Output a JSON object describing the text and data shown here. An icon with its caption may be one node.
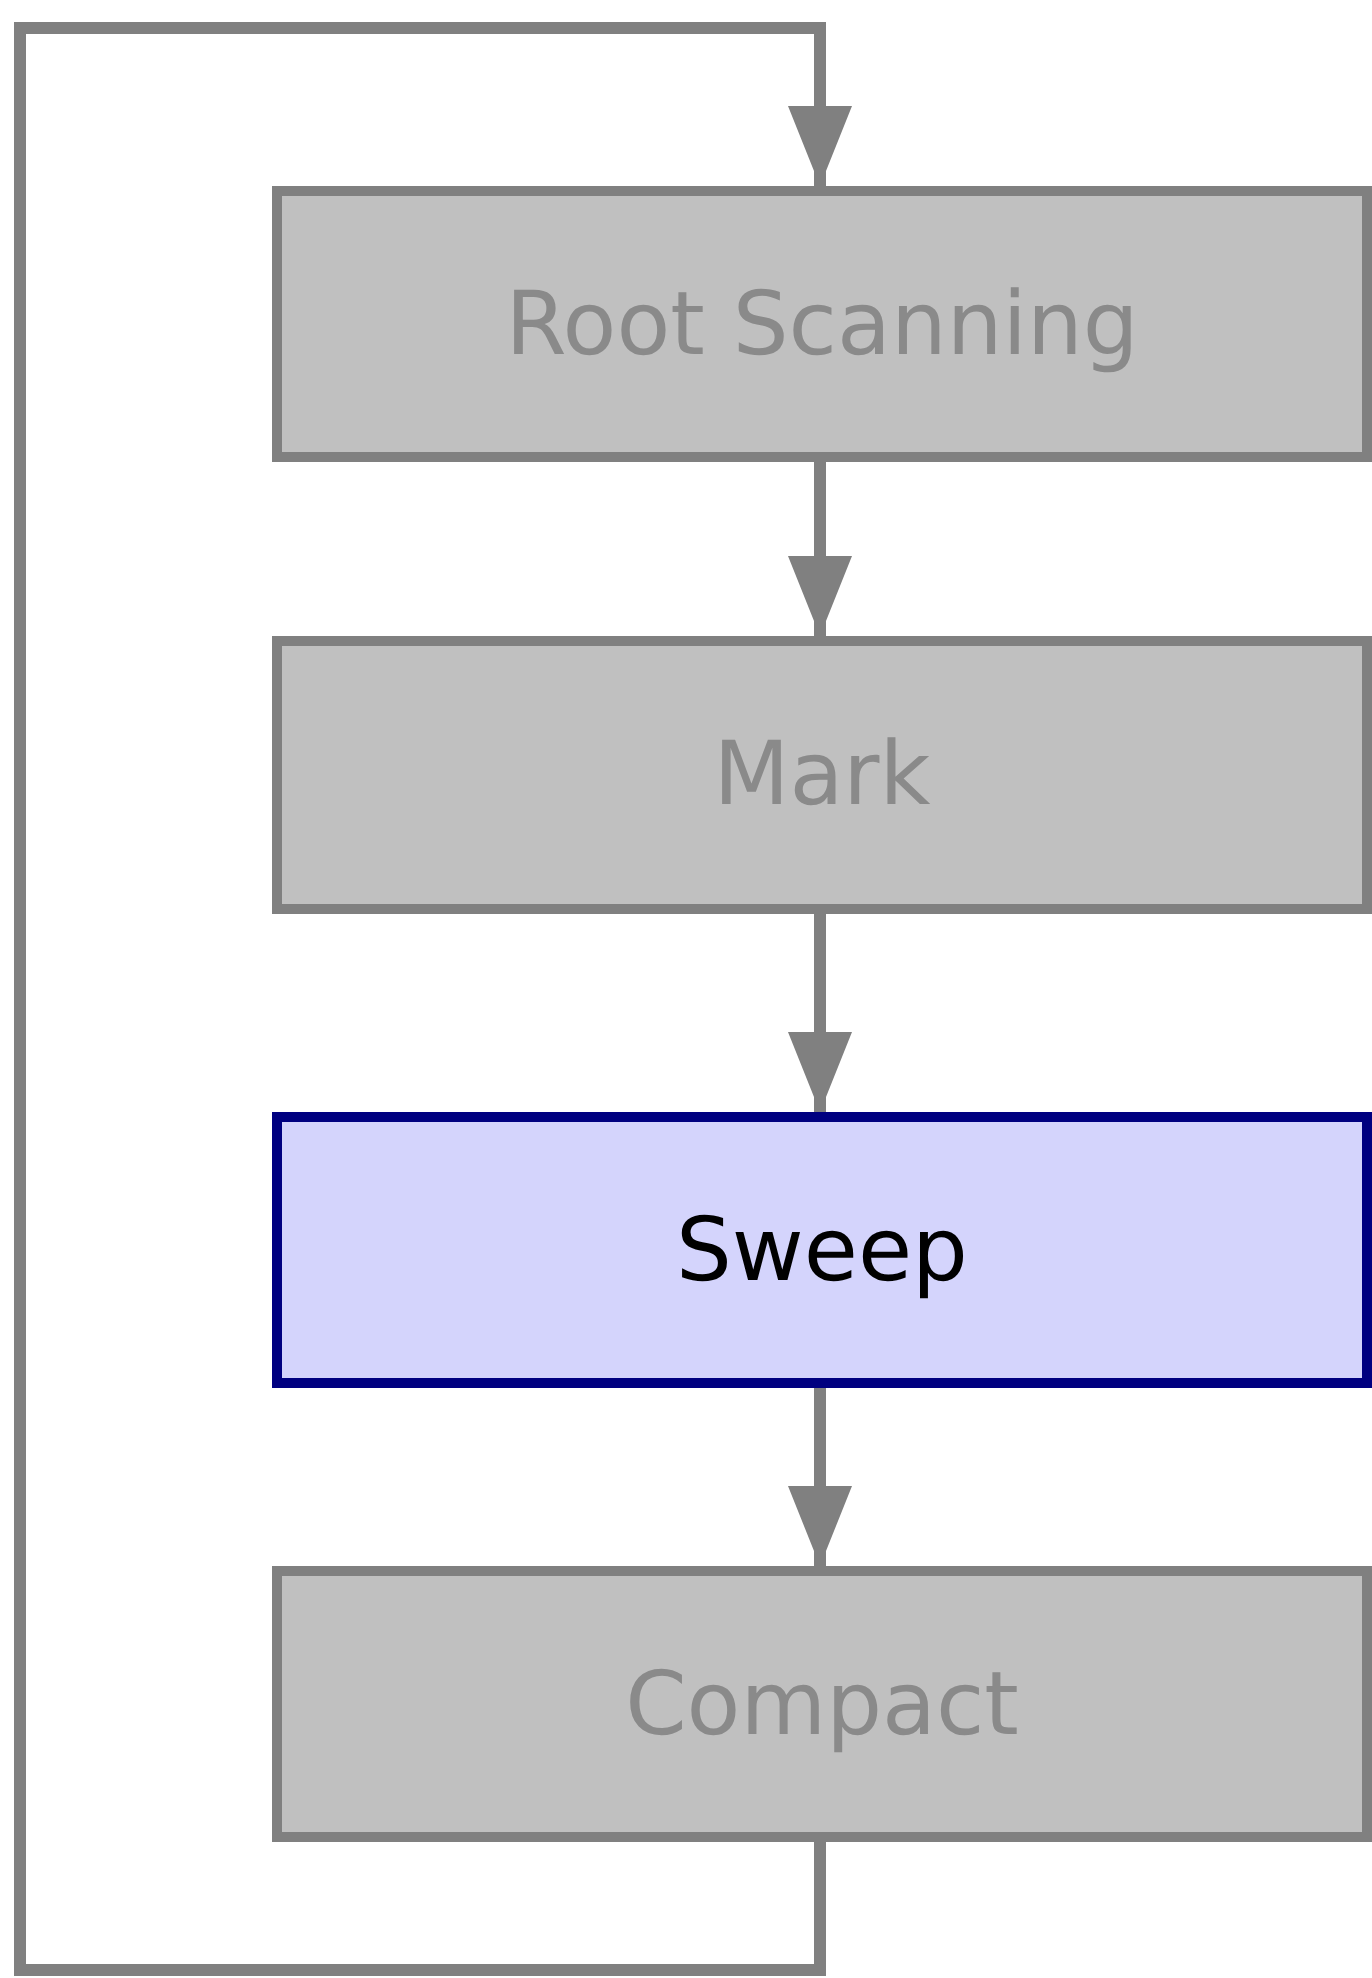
{
  "diagram": {
    "nodes": [
      {
        "text": [
          "Root Scanning"
        ]
      },
      {
        "text": [
          "Mark"
        ]
      },
      {
        "text": [
          "Sweep"
        ]
      },
      {
        "text": [
          "Compact"
        ]
      }
    ],
    "edges": [
      {
        "from": 0,
        "to": 1,
        "arrow": "to"
      },
      {
        "from": 1,
        "to": 2,
        "arrow": "to"
      },
      {
        "from": 2,
        "to": 3,
        "arrow": "to"
      },
      {
        "from": 3,
        "to": 0,
        "arrow": "to"
      }
    ]
  }
}
